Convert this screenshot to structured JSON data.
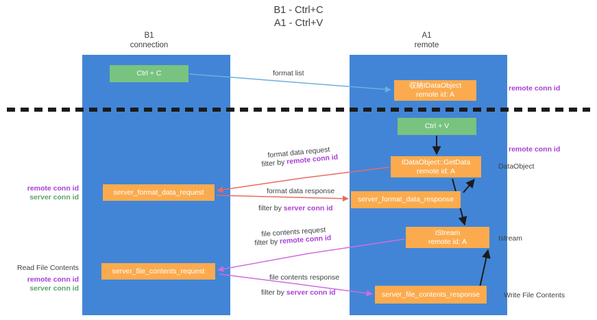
{
  "title": "B1 - Ctrl+C\nA1 - Ctrl+V",
  "columns": {
    "left": {
      "header": "B1\nconnection"
    },
    "right": {
      "header": "A1\nremote"
    }
  },
  "boxes": {
    "ctrl_c": "Ctrl + C",
    "ctrl_v": "Ctrl + V",
    "idataobject": "収納IDataObject\nremote id: A",
    "getdata": "IDataObject::GetData\nremote id: A",
    "format_data_request": "server_format_data_request",
    "format_data_response": "server_format_data_response",
    "istream": "IStream\nremote id: A",
    "file_contents_request": "server_file_contents_request",
    "file_contents_response": "server_file_contents_response"
  },
  "arrow_labels": {
    "format_list": "format list",
    "format_data_request": "format data request",
    "format_data_request_filter_prefix": "filter by ",
    "format_data_request_filter_id": "remote conn id",
    "format_data_response": "format data response",
    "format_data_response_filter_prefix": "filter by ",
    "format_data_response_filter_id": "server conn id",
    "file_contents_request": "file contents request",
    "file_contents_request_filter_prefix": "filter by ",
    "file_contents_request_filter_id": "remote conn id",
    "file_contents_response": "file contents response",
    "file_contents_response_filter_prefix": "filter by ",
    "file_contents_response_filter_id": "server conn id"
  },
  "side_labels": {
    "right_remote_conn_id_top": "remote conn id",
    "right_remote_conn_id_mid": "remote conn id",
    "dataobject": "DataObject",
    "istream": "Istream",
    "write_file_contents": "Write File Contents",
    "left_remote_conn_id": "remote conn id",
    "left_server_conn_id": "server conn id",
    "read_file_contents": "Read File Contents",
    "left_remote_conn_id_2": "remote conn id",
    "left_server_conn_id_2": "server conn id"
  },
  "colors": {
    "panel_blue": "#4285d6",
    "box_green": "#78c37f",
    "box_orange": "#fbab4e",
    "arrow_lightblue": "#6ab0de",
    "arrow_red": "#ea6a62",
    "arrow_magenta": "#d06ce0",
    "arrow_black": "#1b1b1b",
    "text_purple": "#a83fd6",
    "text_green": "#5aa469",
    "text_dark": "#3c4043"
  }
}
